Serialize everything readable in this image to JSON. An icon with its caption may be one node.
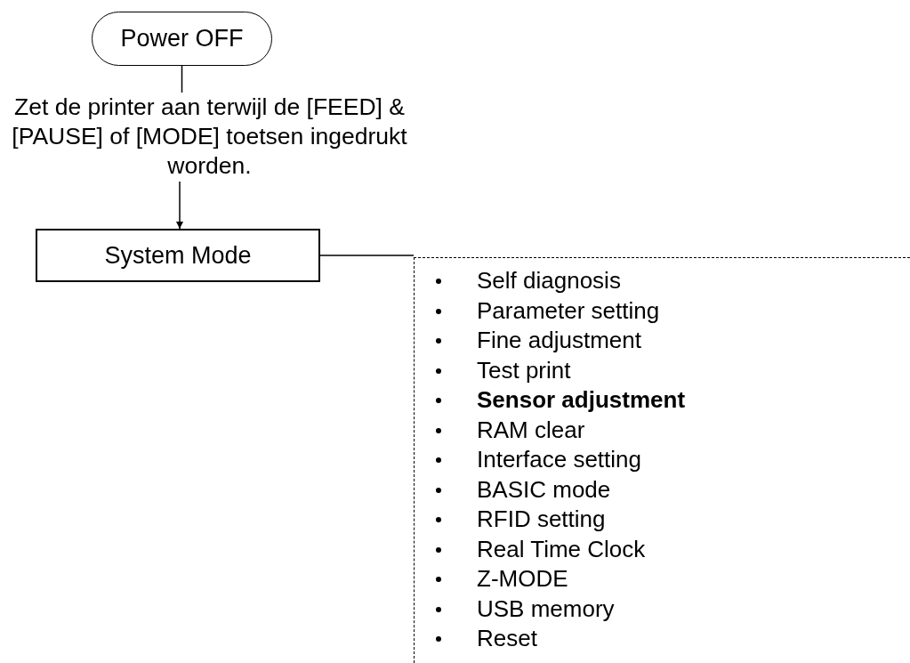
{
  "diagram": {
    "nodes": [
      {
        "text": [
          "Power OFF"
        ]
      },
      {
        "text": [
          "Zet de printer aan terwijl de [FEED] & [PAUSE] of [MODE] toetsen ingedrukt worden."
        ]
      },
      {
        "text": [
          "System Mode"
        ]
      },
      {
        "text": [
          "Self diagnosis",
          "Parameter setting",
          "Fine adjustment",
          "Test print",
          "**Sensor adjustment**",
          "RAM clear",
          "Interface setting",
          "BASIC mode",
          "RFID setting",
          "Real Time Clock",
          "Z-MODE",
          "USB memory",
          "Reset"
        ]
      }
    ],
    "edges": [
      {
        "from": 0,
        "to": 1,
        "arrow": "none"
      },
      {
        "from": 1,
        "to": 2,
        "arrow": "to"
      },
      {
        "from": 2,
        "to": 3,
        "arrow": "none"
      }
    ]
  }
}
